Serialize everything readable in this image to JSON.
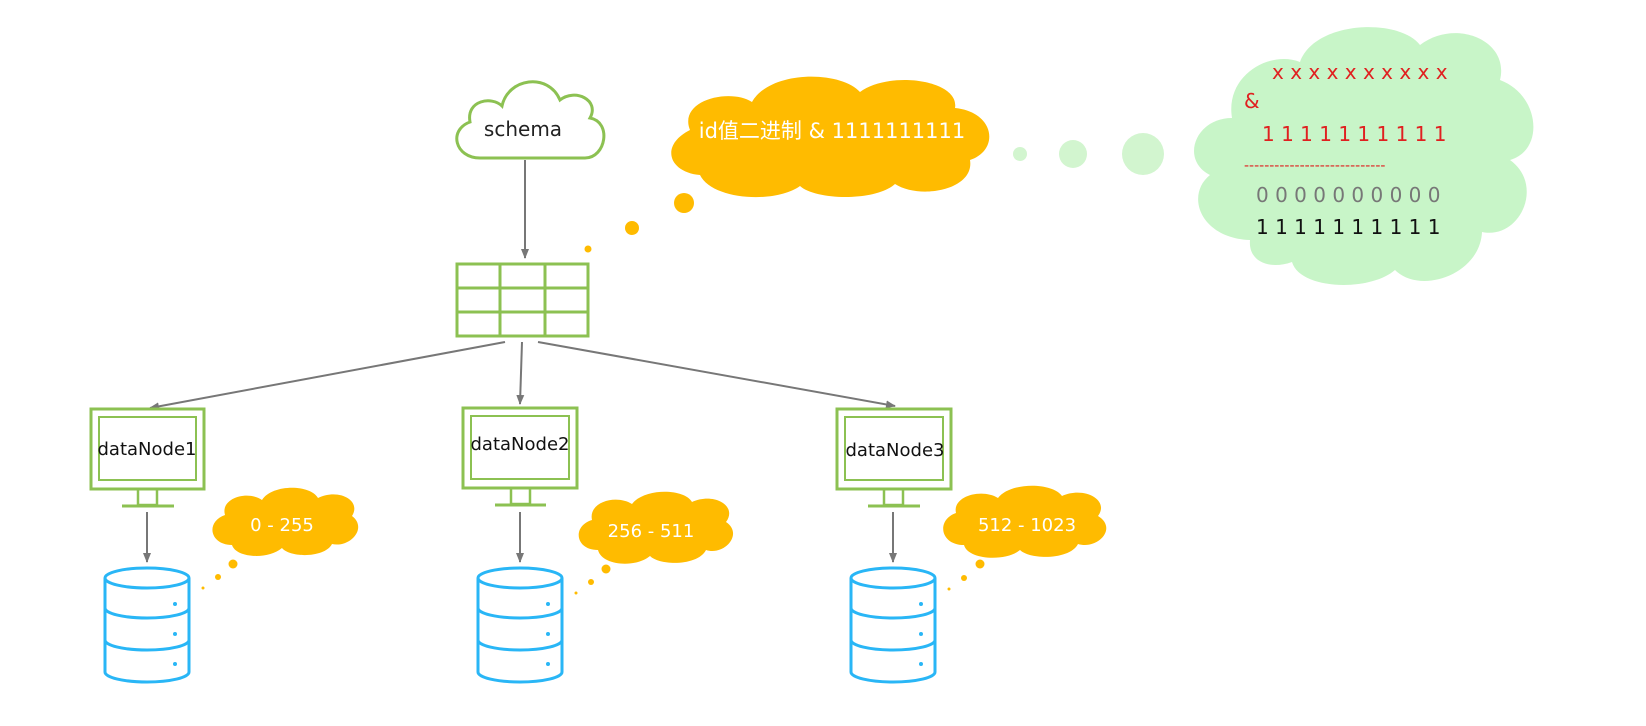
{
  "colors": {
    "green": "#8cc152",
    "green_text": "#222222",
    "orange": "#ffbb00",
    "orange_text": "#ffffff",
    "blue": "#29b6f6",
    "mint": "#c8f5c8",
    "mint_light": "#d2f5cf",
    "arrow": "#777777",
    "red": "#e02020",
    "gray_bits": "#777777",
    "black_bits": "#111111"
  },
  "schema": {
    "label": "schema",
    "icon": "cloud-icon"
  },
  "table": {
    "icon": "table-grid-icon"
  },
  "routing_bubble": {
    "text": "id值二进制 & 1111111111"
  },
  "calc_bubble": {
    "line1": "x x x x x x x x x x",
    "line2": "&",
    "line3": "1 1 1 1 1 1 1 1 1 1",
    "separator": "----------------------------",
    "line4": "0 0 0 0 0 0 0 0 0 0",
    "line5": "1 1 1 1 1 1 1 1 1 1"
  },
  "nodes": [
    {
      "label": "dataNode1",
      "range": "0 - 255"
    },
    {
      "label": "dataNode2",
      "range": "256 - 511"
    },
    {
      "label": "dataNode3",
      "range": "512 - 1023"
    }
  ]
}
